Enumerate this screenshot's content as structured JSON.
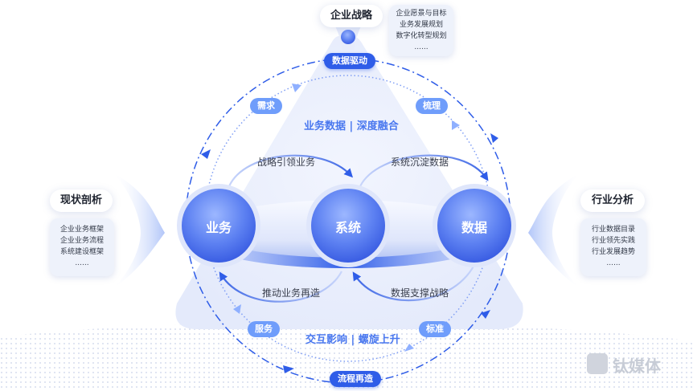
{
  "top": {
    "title": "企业战略",
    "card_lines": [
      "企业愿景与目标",
      "业务发展规划",
      "数字化转型规划",
      "......"
    ]
  },
  "left": {
    "title": "现状剖析",
    "card_lines": [
      "企业业务框架",
      "企业业务流程",
      "系统建设框架",
      "......"
    ]
  },
  "right": {
    "title": "行业分析",
    "card_lines": [
      "行业数据目录",
      "行业领先实践",
      "行业发展趋势",
      "......"
    ]
  },
  "pills": {
    "data_driven": "数据驱动",
    "demand": "需求",
    "sort": "梳理",
    "service": "服务",
    "standard": "标准",
    "process": "流程再造"
  },
  "nodes": {
    "business": "业务",
    "system": "系统",
    "data": "数据"
  },
  "arcs": {
    "strategy_lead": "战略引领业务",
    "system_deposit": "系统沉淀数据",
    "push_business": "推动业务再造",
    "data_support": "数据支撑战略"
  },
  "center": {
    "upper": "业务数据 | 深度融合",
    "lower": "交互影响 | 螺旋上升"
  },
  "watermark": "钛媒体",
  "colors": {
    "primary": "#2f5de8",
    "light": "#6f9dfb",
    "circle_dark": "#3d63e6",
    "circle_light": "#86a9ff",
    "card_bg": "#eef2fb"
  }
}
